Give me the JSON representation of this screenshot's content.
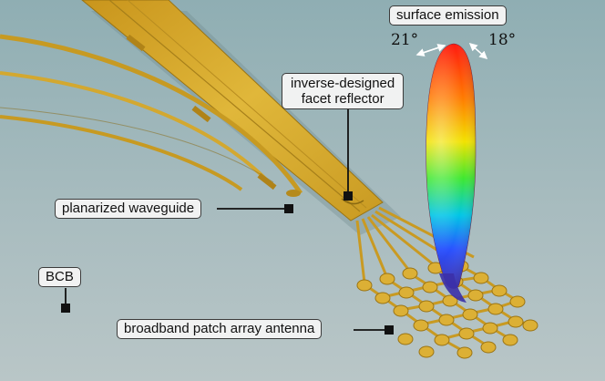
{
  "labels": {
    "surface_emission": "surface emission",
    "facet_reflector_line1": "inverse-designed",
    "facet_reflector_line2": "facet reflector",
    "planarized_waveguide": "planarized waveguide",
    "bcb": "BCB",
    "patch_array": "broadband patch array antenna"
  },
  "angles": {
    "left": "21°",
    "right": "18°"
  },
  "colors": {
    "substrate": "#9fb3b6",
    "gold": "#d7ad2c",
    "gold_dark": "#8a6a12",
    "label_bg": "#f1f2f2",
    "label_border": "#3b3b3b",
    "lobe_gradient": [
      "#ff1a10",
      "#ff8a00",
      "#f2e600",
      "#39e82a",
      "#00c8e0",
      "#2a4dff",
      "#3a2bb0"
    ]
  }
}
